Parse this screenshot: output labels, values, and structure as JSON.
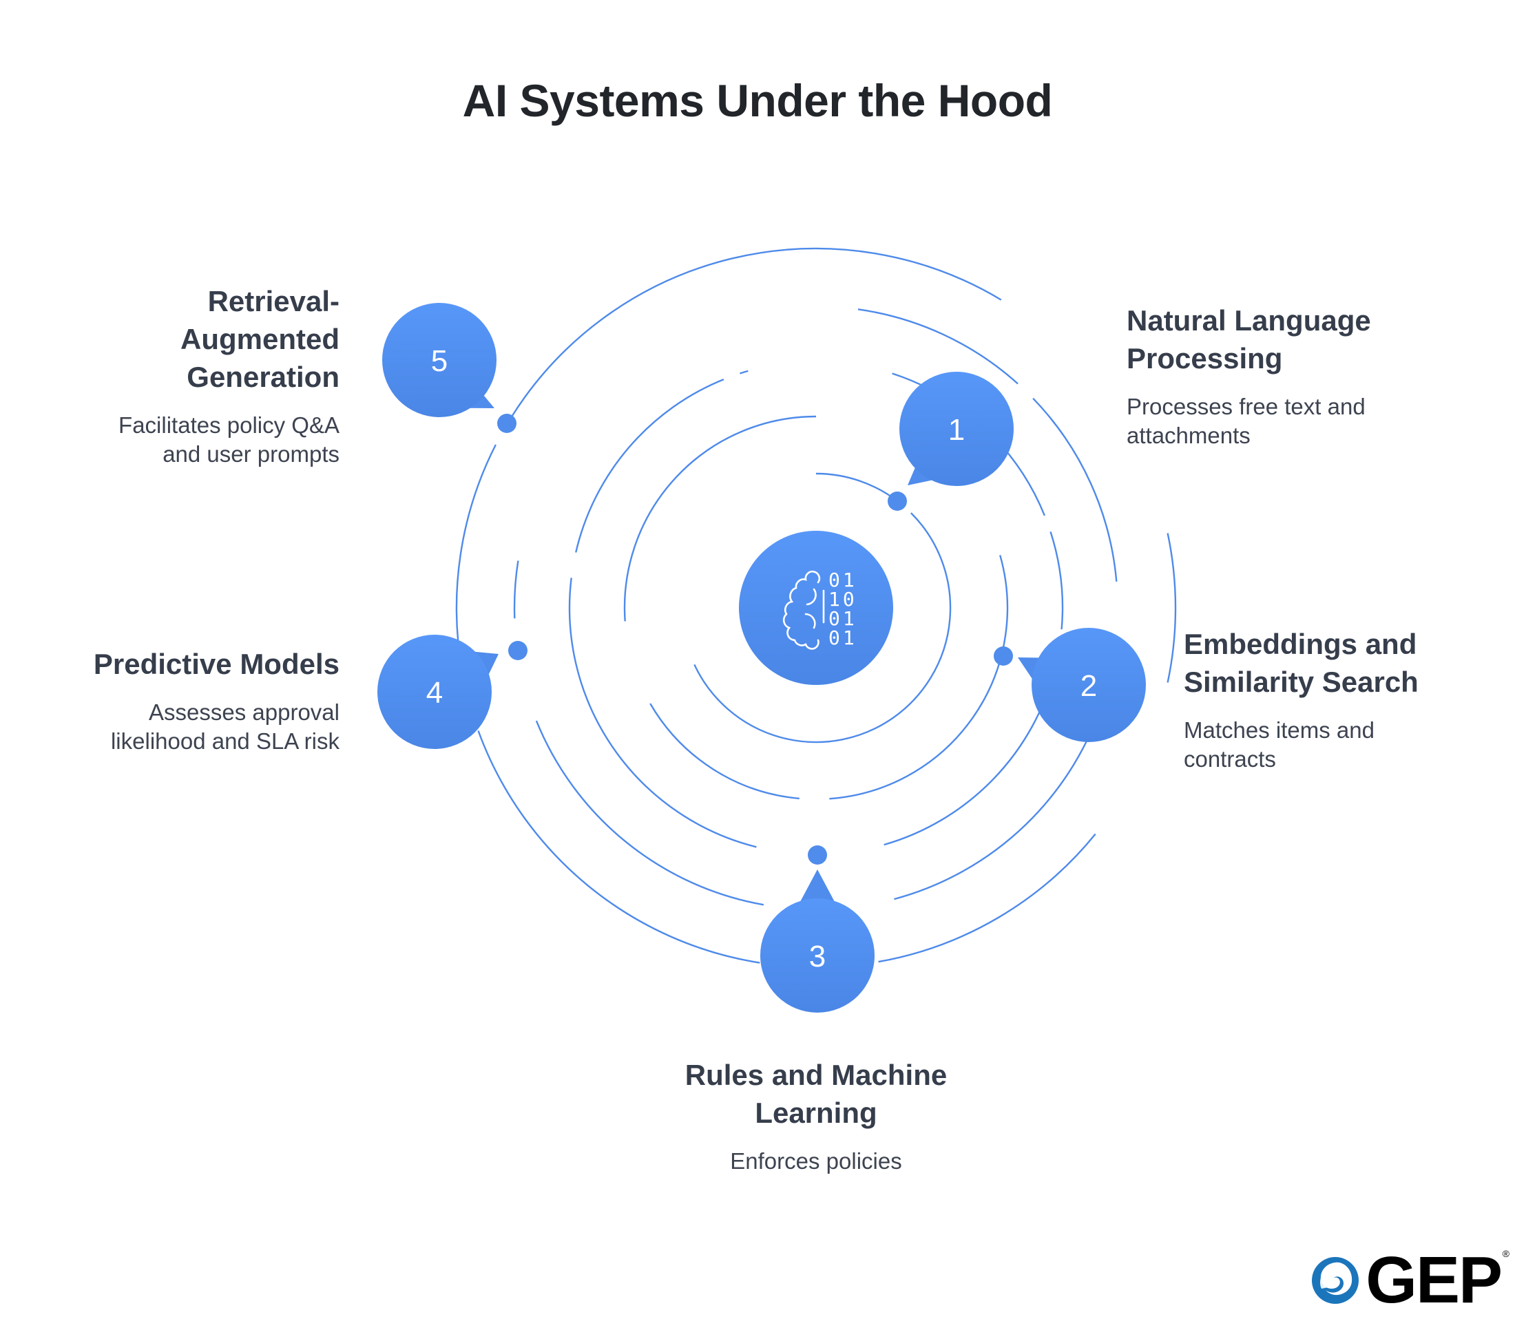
{
  "title": "AI Systems Under the Hood",
  "colors": {
    "accent": "#5490f0",
    "accent_dark": "#4a86e8",
    "text_heading": "#363d4b",
    "title": "#222529",
    "logo_blue": "#1b75bb"
  },
  "center": {
    "icon": "brain-binary-icon",
    "binary_rows": [
      "01",
      "10",
      "01",
      "01"
    ]
  },
  "items": [
    {
      "number": "1",
      "title_lines": [
        "Natural Language",
        "Processing"
      ],
      "desc_lines": [
        "Processes free text and",
        "attachments"
      ]
    },
    {
      "number": "2",
      "title_lines": [
        "Embeddings and",
        "Similarity Search"
      ],
      "desc_lines": [
        "Matches items and",
        "contracts"
      ]
    },
    {
      "number": "3",
      "title_lines": [
        "Rules and Machine",
        "Learning"
      ],
      "desc_lines": [
        "Enforces policies"
      ]
    },
    {
      "number": "4",
      "title_lines": [
        "Predictive Models"
      ],
      "desc_lines": [
        "Assesses approval",
        "likelihood and SLA risk"
      ]
    },
    {
      "number": "5",
      "title_lines": [
        "Retrieval-",
        "Augmented",
        "Generation"
      ],
      "desc_lines": [
        "Facilitates policy Q&A",
        "and user prompts"
      ]
    }
  ],
  "logo": {
    "text": "GEP",
    "mark": "®"
  }
}
